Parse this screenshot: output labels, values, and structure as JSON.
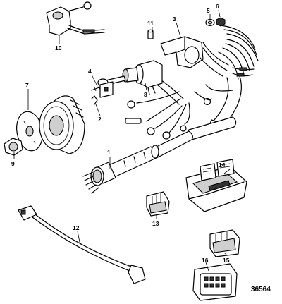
{
  "diagram": {
    "reference_number": "36564",
    "callouts": [
      "1",
      "2",
      "3",
      "4",
      "5",
      "6",
      "7",
      "8",
      "9",
      "10",
      "11",
      "12",
      "13",
      "14",
      "15",
      "16"
    ]
  }
}
